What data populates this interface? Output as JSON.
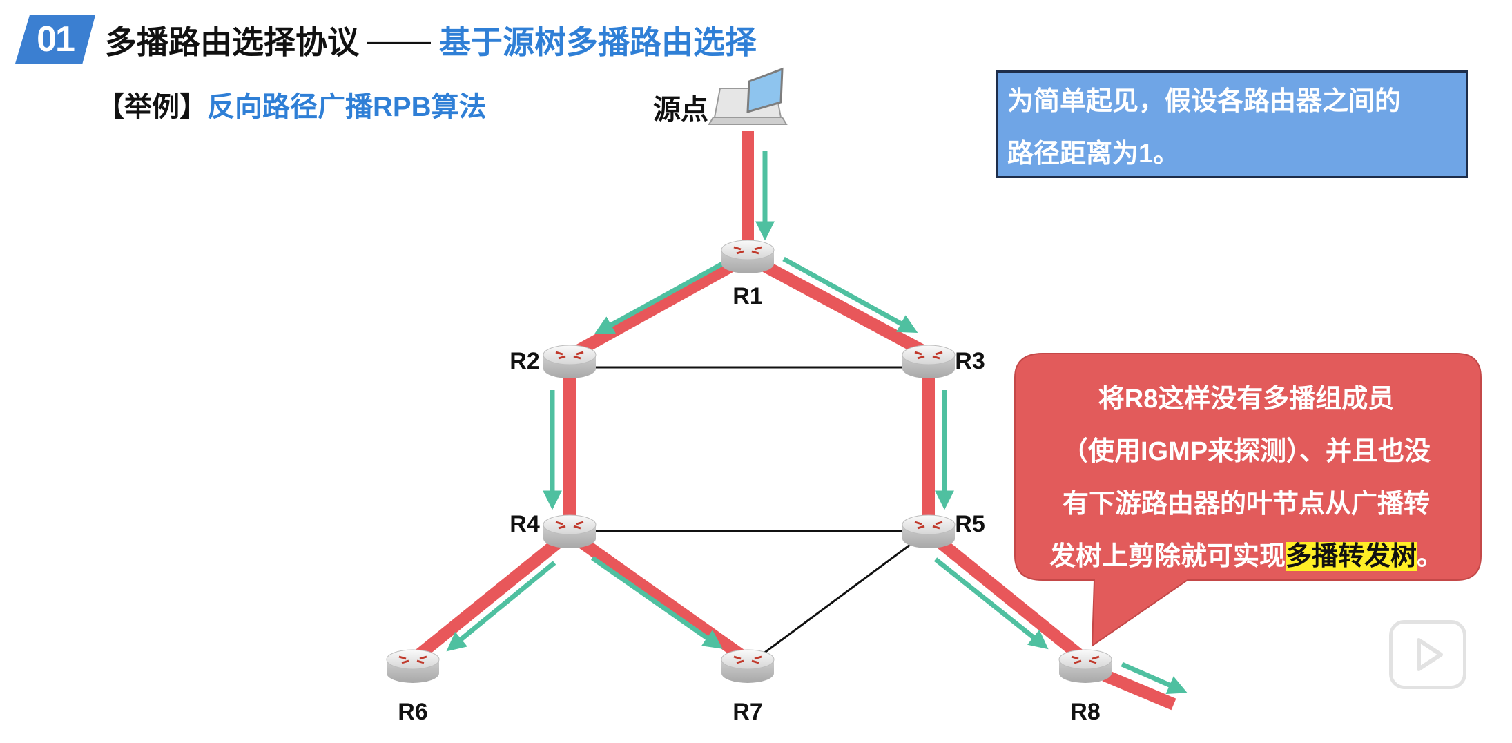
{
  "header": {
    "section_number": "01",
    "title_main": "多播路由选择协议",
    "title_dash": "——",
    "title_highlight": "基于源树多播路由选择"
  },
  "example": {
    "bracket": "【举例】",
    "name": "反向路径广播RPB算法"
  },
  "source_label": "源点",
  "info_box": {
    "line1": "为简单起见，假设各路由器之间的",
    "line2": "路径距离为1。"
  },
  "callout": {
    "line1": "将R8这样没有多播组成员",
    "line2": "（使用IGMP来探测）、并且也没",
    "line3": "有下游路由器的叶节点从广播转",
    "line4_prefix": "发树上剪除就可实现",
    "line4_highlight": "多播转发树",
    "line4_suffix": "。"
  },
  "routers": [
    "R1",
    "R2",
    "R3",
    "R4",
    "R5",
    "R6",
    "R7",
    "R8"
  ],
  "colors": {
    "accent_blue": "#3b7fd1",
    "tree_red": "#e8575a",
    "arrow_green": "#4fc0a0",
    "info_bg": "#6fa5e6",
    "callout_bg": "#e25b5b",
    "highlight_yellow": "#ffef26"
  },
  "icons": {
    "source": "laptop-icon",
    "router": "router-icon",
    "player": "play-icon"
  }
}
